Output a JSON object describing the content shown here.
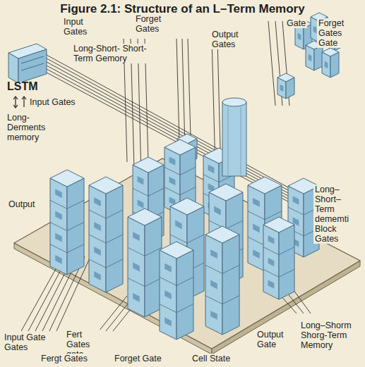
{
  "diagram": {
    "title": "Figure 2.1: Structure of an L–Term Memory",
    "labels": [
      "Input Gates",
      "Forget Gates",
      "Long-Short- Short-Term Gemory",
      "Output Gates",
      "Gate",
      "Forget Gates Gate",
      "LSTM",
      "Input Gates",
      "Long- Derments memory",
      "Output",
      "Long– Short– Term dememti Block Gates",
      "Input Gate Gates",
      "Fert Gates gate",
      "Fergt Gates",
      "Forget Gate",
      "Cell State",
      "Output Gate",
      "Long–Shorm Shorg-Term Memory"
    ]
  }
}
